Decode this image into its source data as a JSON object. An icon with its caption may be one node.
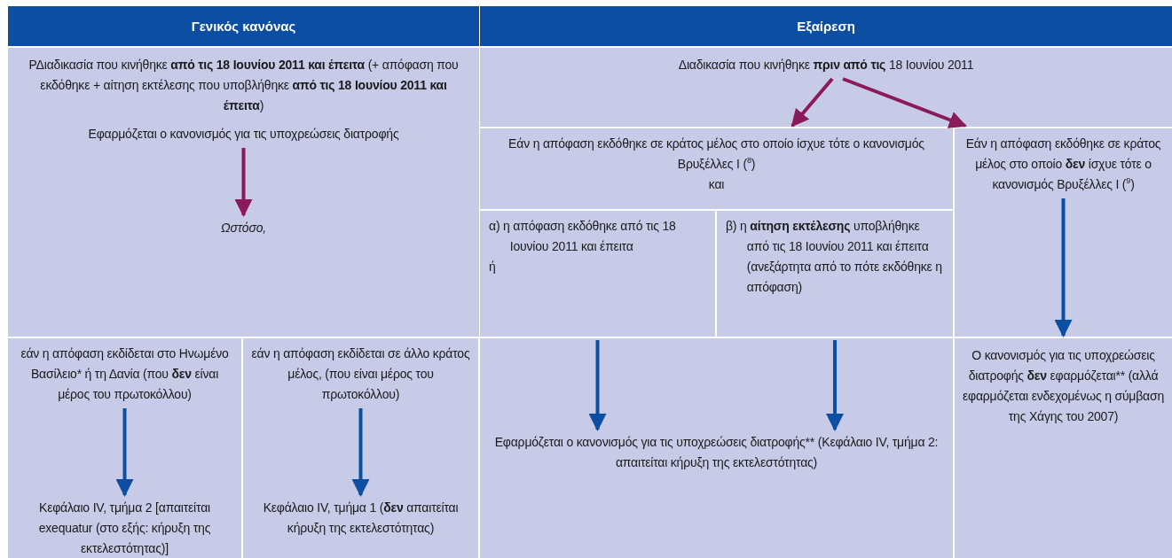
{
  "diagram": {
    "nodes": [
      {
        "text": [
          "Γενικός κανόνας"
        ]
      },
      {
        "text": [
          "Εξαίρεση"
        ]
      },
      {
        "text": [],
        "shape": "box"
      },
      {
        "text": [
          "ΡΔιαδικασία που κινήθηκε **από τις 18 Ιουνίου 2011 και έπειτα** (+ απόφαση που εκδόθηκε + αίτηση εκτέλεσης που υποβλήθηκε **από τις 18 Ιουνίου 2011 και έπειτα**)",
          "Εφαρμόζεται ο κανονισμός για τις υποχρεώσεις διατροφής"
        ],
        "in": 2
      },
      {
        "text": [
          "Ωστόσο,"
        ],
        "in": 2
      },
      {
        "text": [],
        "shape": "box"
      },
      {
        "text": [
          "Διαδικασία που κινήθηκε **πριν από τις** 18 Ιουνίου 2011"
        ],
        "in": 5
      },
      {
        "text": [
          "Εάν η απόφαση εκδόθηκε σε κράτος μέλος στο οποίο ίσχυε τότε ο κανονισμός Βρυξέλλες I ($^{8}$)",
          "και"
        ]
      },
      {
        "text": [],
        "shape": "box"
      },
      {
        "text": [
          "Εάν η απόφαση εκδόθηκε σε κράτος μέλος στο οποίο **δεν** ίσχυε τότε ο κανονισμός Βρυξέλλες I ($^{9}$)"
        ],
        "in": 8
      },
      {
        "text": [
          "α) η απόφαση εκδόθηκε από τις 18 Ιουνίου 2011 και έπειτα",
          "ή"
        ]
      },
      {
        "text": [
          "β) η **αίτηση εκτέλεσης** υποβλήθηκε από τις 18 Ιουνίου 2011 και έπειτα (ανεξάρτητα από το πότε εκδόθηκε η απόφαση)"
        ]
      },
      {
        "text": [],
        "shape": "box"
      },
      {
        "text": [
          "εάν η απόφαση εκδίδεται στο Ηνωμένο Βασίλειο* ή τη Δανία (που **δεν** είναι μέρος του πρωτοκόλλου)"
        ],
        "in": 12
      },
      {
        "text": [
          "Κεφάλαιο IV, τμήμα 2 [απαιτείται exequatur (στο εξής: κήρυξη της εκτελεστότητας)]"
        ],
        "in": 12
      },
      {
        "text": [],
        "shape": "box"
      },
      {
        "text": [
          "εάν η απόφαση εκδίδεται σε άλλο κράτος μέλος, (που είναι μέρος του πρωτοκόλλου)"
        ],
        "in": 15
      },
      {
        "text": [
          "Κεφάλαιο IV, τμήμα 1 (**δεν** απαιτείται κήρυξη της εκτελεστότητας)"
        ],
        "in": 15
      },
      {
        "text": [],
        "shape": "box"
      },
      {
        "text": [
          "Εφαρμόζεται ο κανονισμός για τις υποχρεώσεις διατροφής** (Κεφάλαιο IV, τμήμα 2: απαιτείται κήρυξη της εκτελεστότητας)"
        ],
        "in": 18
      },
      {
        "text": [
          "Ο κανονισμός για τις υποχρεώσεις διατροφής **δεν** εφαρμόζεται** (αλλά εφαρμόζεται ενδεχομένως η σύμβαση της Χάγης του 2007)"
        ]
      }
    ],
    "edges": [
      {
        "from": 3,
        "to": 4,
        "arrow": "to",
        "color": "#8b1a5a"
      },
      {
        "from": 6,
        "to": 7,
        "arrow": "to",
        "color": "#8b1a5a"
      },
      {
        "from": 6,
        "to": 8,
        "arrow": "to",
        "color": "#8b1a5a"
      },
      {
        "from": 9,
        "to": 20,
        "arrow": "to"
      },
      {
        "from": 10,
        "to": 19,
        "arrow": "to"
      },
      {
        "from": 11,
        "to": 19,
        "arrow": "to"
      },
      {
        "from": 13,
        "to": 14,
        "arrow": "to"
      },
      {
        "from": 16,
        "to": 17,
        "arrow": "to"
      }
    ]
  }
}
